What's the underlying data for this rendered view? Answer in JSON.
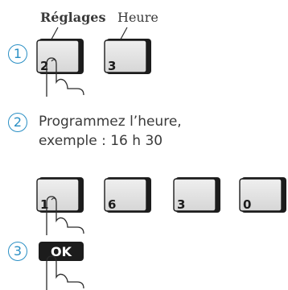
{
  "labels": {
    "reglages": "Réglages",
    "heure": "Heure"
  },
  "steps": [
    {
      "number": "1"
    },
    {
      "number": "2",
      "text_line1": "Programmez l’heure,",
      "text_line2": "exemple : 16 h 30"
    },
    {
      "number": "3"
    }
  ],
  "keys_row1": [
    "2",
    "3"
  ],
  "keys_row2": [
    "1",
    "6",
    "3",
    "0"
  ],
  "ok_key": "OK"
}
